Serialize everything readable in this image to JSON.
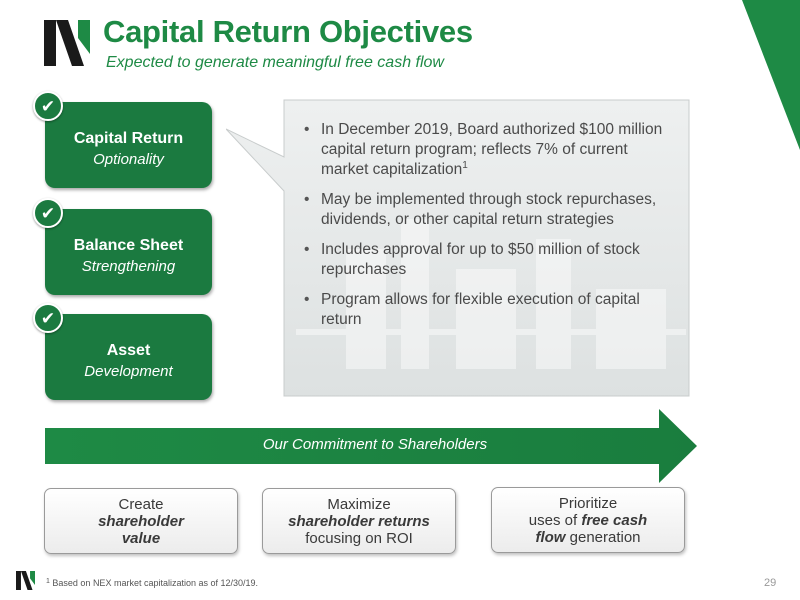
{
  "header": {
    "title": "Capital Return Objectives",
    "subtitle": "Expected to generate meaningful free cash flow"
  },
  "objectives": [
    {
      "bold": "Capital Return",
      "italic": "Optionality",
      "check": "✔"
    },
    {
      "bold": "Balance Sheet",
      "italic": "Strengthening",
      "check": "✔"
    },
    {
      "bold": "Asset",
      "italic": "Development",
      "check": "✔"
    }
  ],
  "callout": {
    "bullets": [
      {
        "text": "In December 2019, Board authorized $100 million capital return program; reflects 7% of current market capitalization",
        "sup": "1"
      },
      {
        "text": "May be implemented through stock repurchases, dividends, or other capital return strategies"
      },
      {
        "text": "Includes approval for up to $50 million of stock repurchases"
      },
      {
        "text": "Program allows for flexible execution of capital return"
      }
    ]
  },
  "commitment": {
    "label": "Our Commitment to Shareholders"
  },
  "boxes": [
    {
      "line1": "Create",
      "line2": "shareholder",
      "line3": "value"
    },
    {
      "line1": "Maximize",
      "line2": "shareholder returns",
      "line3": "focusing on ROI"
    },
    {
      "line1": "Prioritize",
      "line2a": "uses of ",
      "line2b": "free cash",
      "line3a": "flow",
      "line3b": " generation"
    }
  ],
  "footer": {
    "footnote_mark": "1",
    "footnote": " Based on NEX market capitalization as of 12/30/19.",
    "page_number": "29"
  },
  "colors": {
    "brand_green": "#1e8a45",
    "pill_green": "#1b7a40",
    "logo_dark": "#1a1a1a"
  },
  "icons": {
    "logo": "nex-logo-icon",
    "check": "check-icon",
    "arrow": "arrow-right-icon"
  }
}
